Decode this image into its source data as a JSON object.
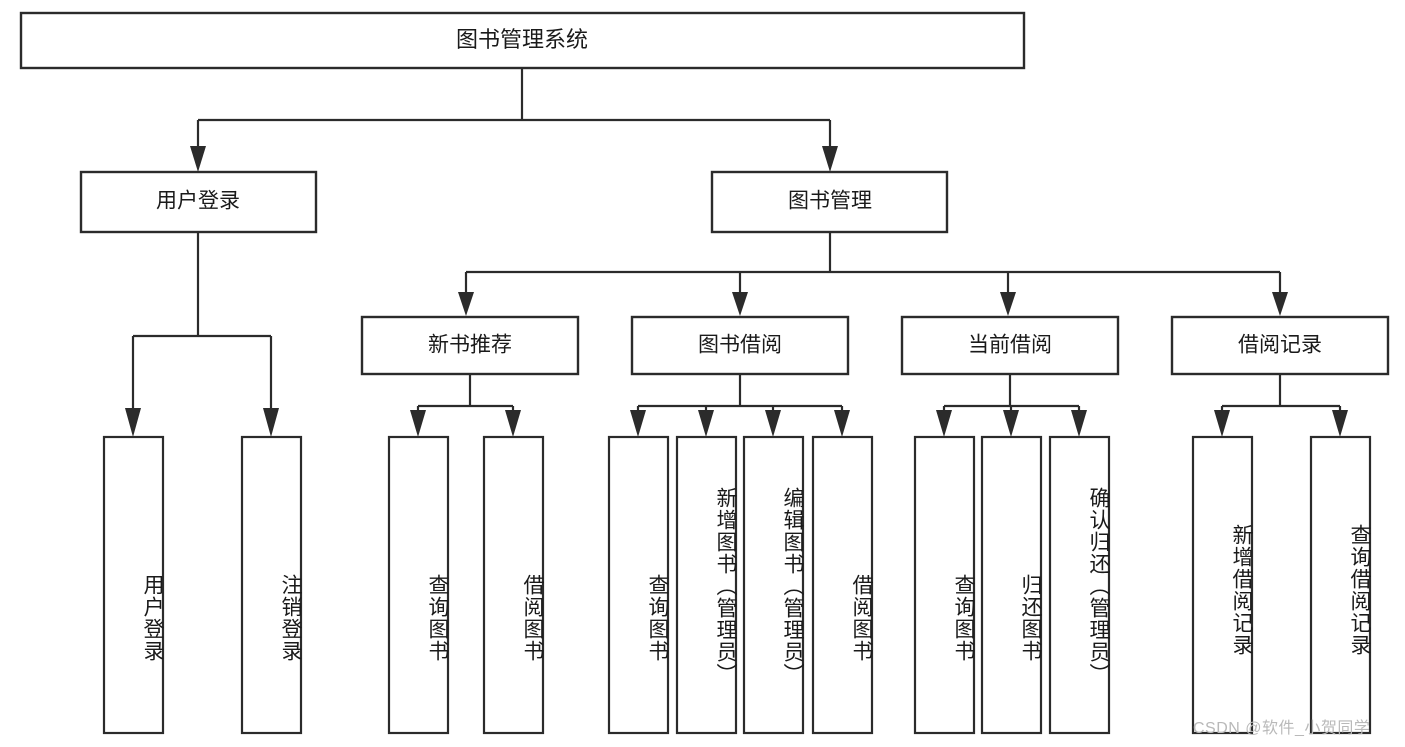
{
  "diagram": {
    "type": "tree",
    "title": "图书管理系统",
    "orientation": "top-down",
    "colors": {
      "box_fill": "#ffffff",
      "box_stroke": "#2b2b2b",
      "connector": "#2b2b2b",
      "text": "#1a1a1a",
      "watermark": "#b9b9b9",
      "background": "#ffffff"
    },
    "root": {
      "id": "root",
      "label": "图书管理系统"
    },
    "level2": [
      {
        "id": "user-login",
        "label": "用户登录"
      },
      {
        "id": "book-management",
        "label": "图书管理"
      }
    ],
    "level3": [
      {
        "id": "new-book-recommend",
        "label": "新书推荐",
        "parent": "book-management"
      },
      {
        "id": "book-borrow",
        "label": "图书借阅",
        "parent": "book-management"
      },
      {
        "id": "current-borrow",
        "label": "当前借阅",
        "parent": "book-management"
      },
      {
        "id": "borrow-record",
        "label": "借阅记录",
        "parent": "book-management"
      }
    ],
    "leaves": [
      {
        "id": "leaf-user-login",
        "label": "用户登录",
        "parent": "user-login"
      },
      {
        "id": "leaf-logout",
        "label": "注销登录",
        "parent": "user-login"
      },
      {
        "id": "leaf-query-book-1",
        "label": "查询图书",
        "parent": "new-book-recommend"
      },
      {
        "id": "leaf-borrow-book-1",
        "label": "借阅图书",
        "parent": "new-book-recommend"
      },
      {
        "id": "leaf-query-book-2",
        "label": "查询图书",
        "parent": "book-borrow"
      },
      {
        "id": "leaf-add-book",
        "label": "新增图书（管理员）",
        "parent": "book-borrow"
      },
      {
        "id": "leaf-edit-book",
        "label": "编辑图书（管理员）",
        "parent": "book-borrow"
      },
      {
        "id": "leaf-borrow-book-2",
        "label": "借阅图书",
        "parent": "book-borrow"
      },
      {
        "id": "leaf-query-book-3",
        "label": "查询图书",
        "parent": "current-borrow"
      },
      {
        "id": "leaf-return-book",
        "label": "归还图书",
        "parent": "current-borrow"
      },
      {
        "id": "leaf-confirm-return",
        "label": "确认归还（管理员）",
        "parent": "current-borrow"
      },
      {
        "id": "leaf-add-record",
        "label": "新增借阅记录",
        "parent": "borrow-record"
      },
      {
        "id": "leaf-query-record",
        "label": "查询借阅记录",
        "parent": "borrow-record"
      }
    ]
  },
  "watermark": {
    "text": "CSDN @软件_小贺同学"
  }
}
